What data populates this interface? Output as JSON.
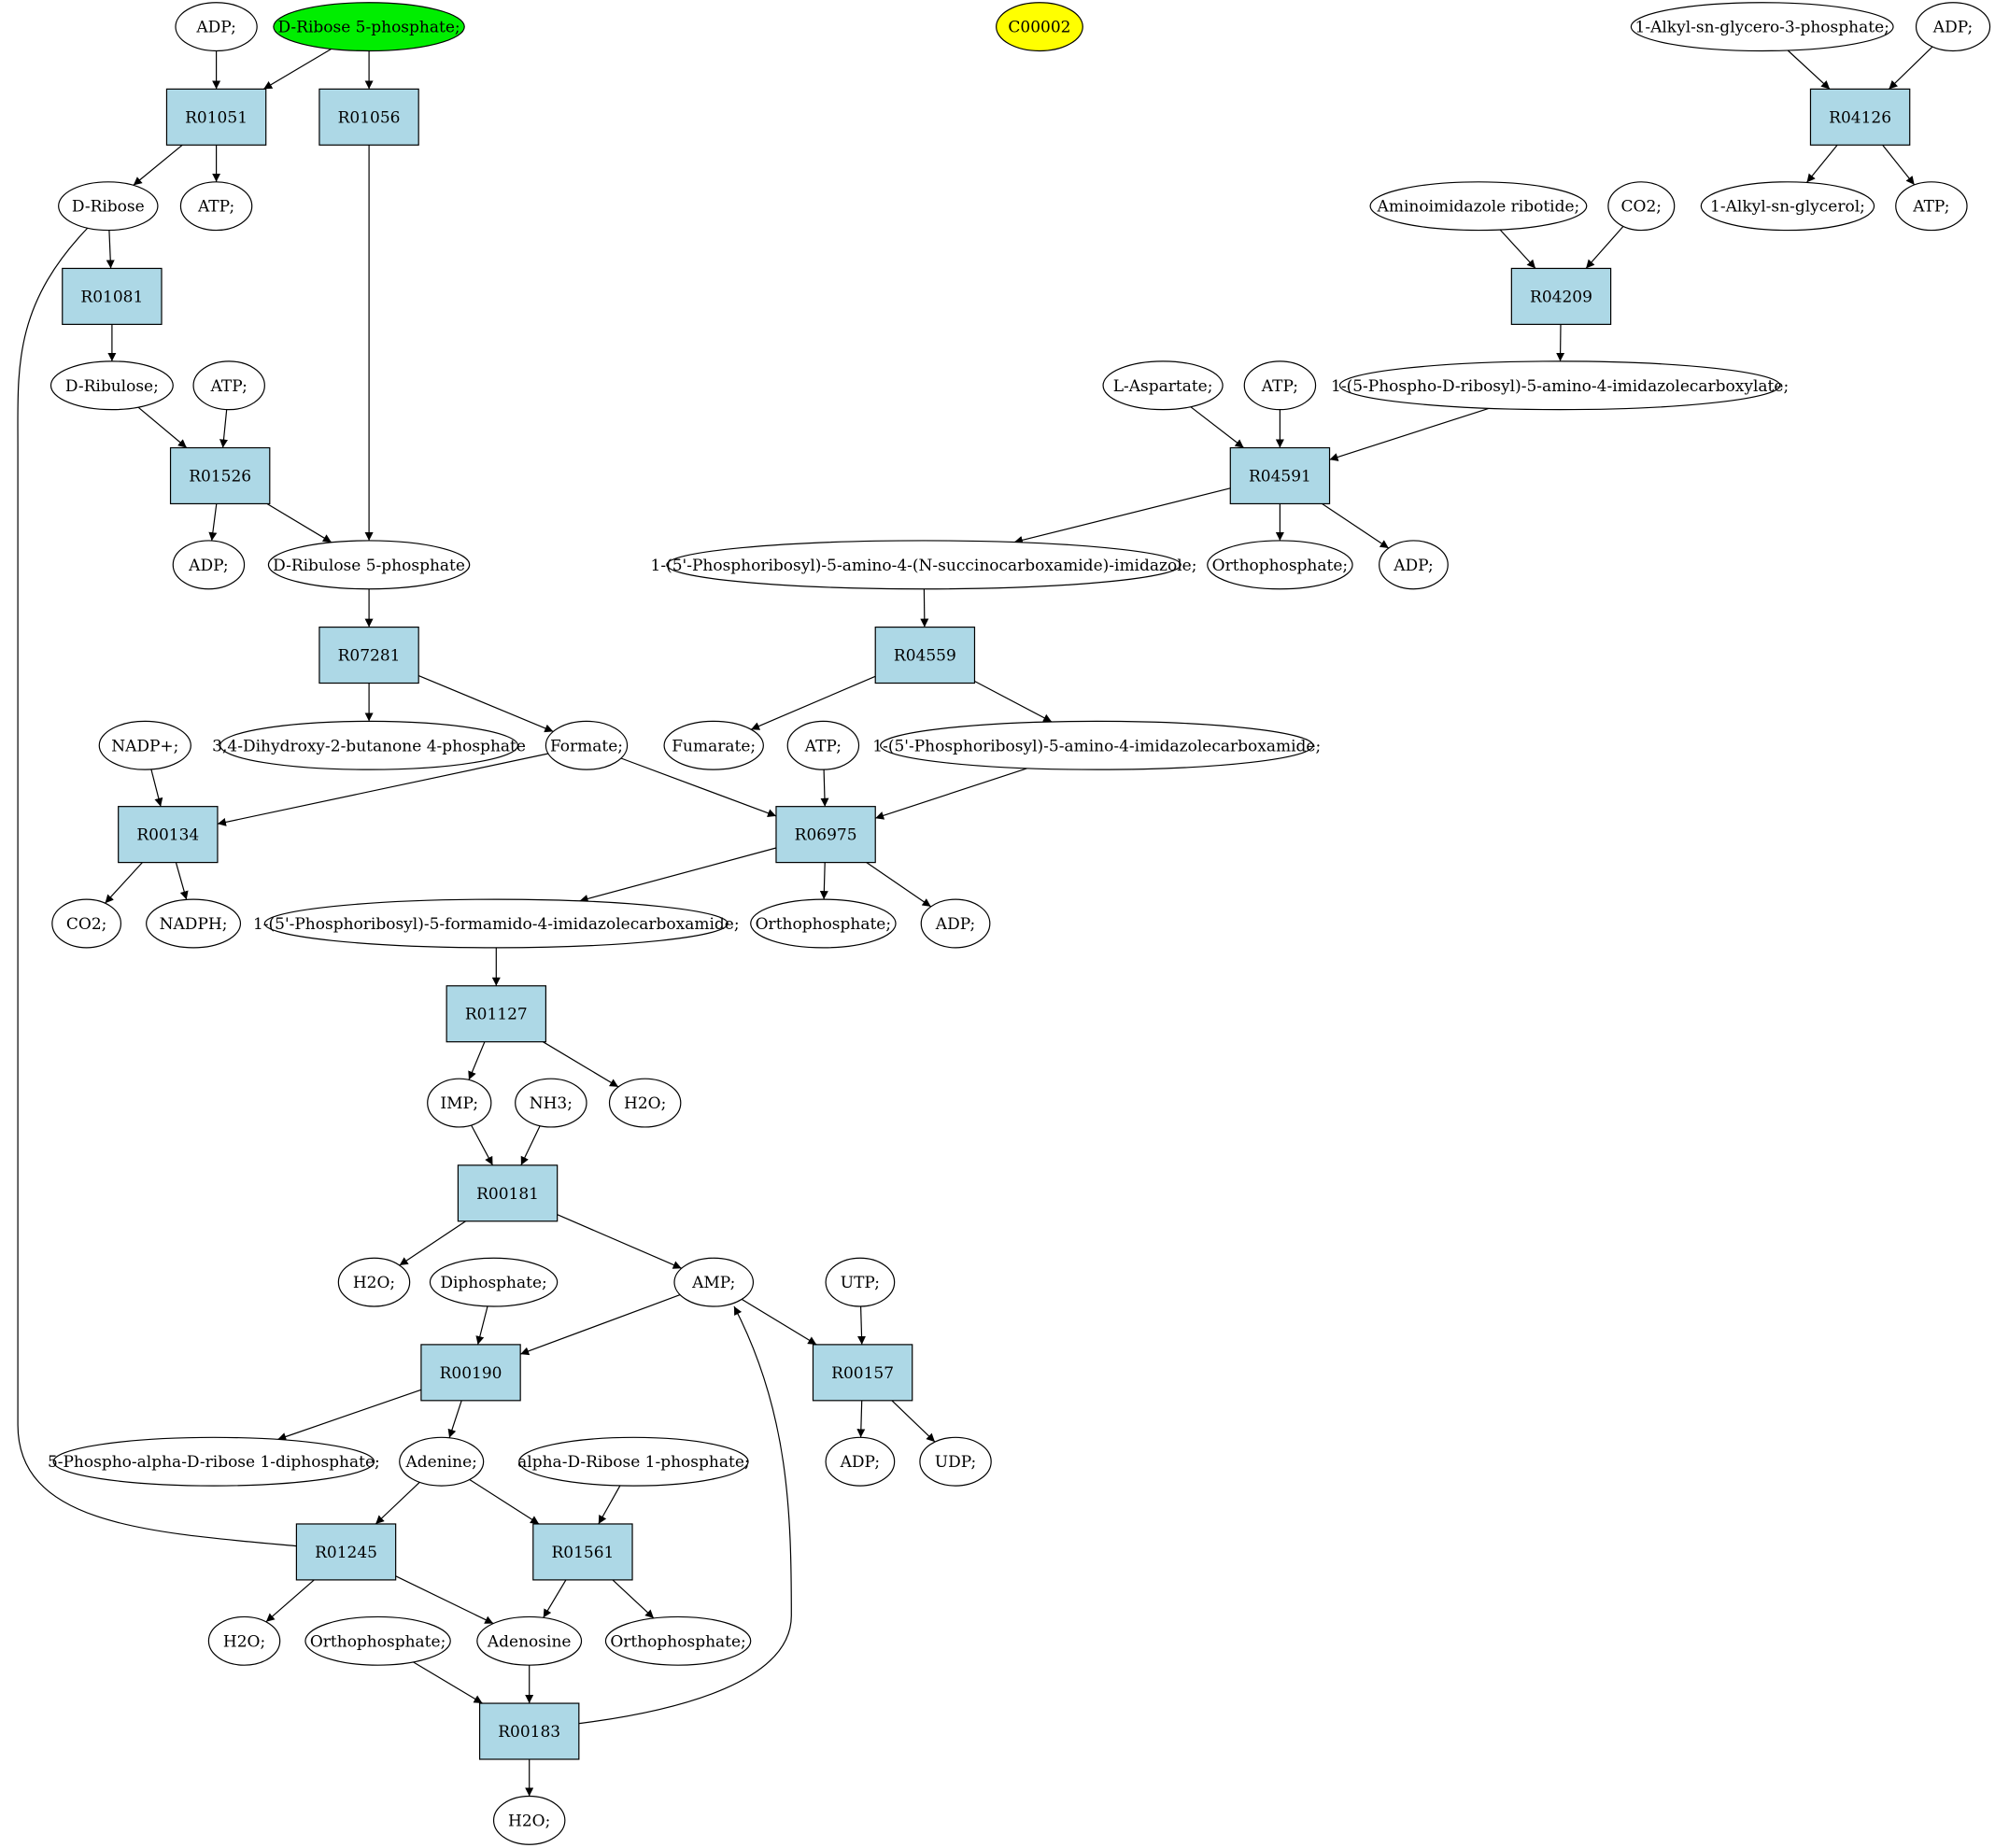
{
  "colors": {
    "reaction_fill": "#add8e6",
    "compound_fill": "#ffffff",
    "start_fill": "#00ee00",
    "target_fill": "#ffff00",
    "stroke": "#000000"
  },
  "compounds": [
    {
      "id": "c1",
      "label": "ADP;"
    },
    {
      "id": "c2",
      "label": "D-Ribose 5-phosphate;",
      "highlight": "start"
    },
    {
      "id": "c3",
      "label": "C00002",
      "highlight": "target"
    },
    {
      "id": "c4",
      "label": "1-Alkyl-sn-glycero-3-phosphate;"
    },
    {
      "id": "c5",
      "label": "ADP;"
    },
    {
      "id": "c6",
      "label": "D-Ribose"
    },
    {
      "id": "c7",
      "label": "ATP;"
    },
    {
      "id": "c8",
      "label": "Aminoimidazole ribotide;"
    },
    {
      "id": "c9",
      "label": "CO2;"
    },
    {
      "id": "c10",
      "label": "1-Alkyl-sn-glycerol;"
    },
    {
      "id": "c11",
      "label": "ATP;"
    },
    {
      "id": "c12",
      "label": "D-Ribulose;"
    },
    {
      "id": "c13",
      "label": "ATP;"
    },
    {
      "id": "c14",
      "label": "L-Aspartate;"
    },
    {
      "id": "c15",
      "label": "ATP;"
    },
    {
      "id": "c16",
      "label": "1-(5-Phospho-D-ribosyl)-5-amino-4-imidazolecarboxylate;"
    },
    {
      "id": "c17",
      "label": "ADP;"
    },
    {
      "id": "c18",
      "label": "D-Ribulose 5-phosphate"
    },
    {
      "id": "c19",
      "label": "1-(5'-Phosphoribosyl)-5-amino-4-(N-succinocarboxamide)-imidazole;"
    },
    {
      "id": "c20",
      "label": "Orthophosphate;"
    },
    {
      "id": "c21",
      "label": "ADP;"
    },
    {
      "id": "c22",
      "label": "NADP+;"
    },
    {
      "id": "c23",
      "label": "3,4-Dihydroxy-2-butanone 4-phosphate"
    },
    {
      "id": "c24",
      "label": "Formate;"
    },
    {
      "id": "c25",
      "label": "Fumarate;"
    },
    {
      "id": "c26",
      "label": "ATP;"
    },
    {
      "id": "c27",
      "label": "1-(5'-Phosphoribosyl)-5-amino-4-imidazolecarboxamide;"
    },
    {
      "id": "c28",
      "label": "CO2;"
    },
    {
      "id": "c29",
      "label": "NADPH;"
    },
    {
      "id": "c30",
      "label": "1-(5'-Phosphoribosyl)-5-formamido-4-imidazolecarboxamide;"
    },
    {
      "id": "c31",
      "label": "Orthophosphate;"
    },
    {
      "id": "c32",
      "label": "ADP;"
    },
    {
      "id": "c33",
      "label": "IMP;"
    },
    {
      "id": "c34",
      "label": "NH3;"
    },
    {
      "id": "c35",
      "label": "H2O;"
    },
    {
      "id": "c36",
      "label": "H2O;"
    },
    {
      "id": "c37",
      "label": "Diphosphate;"
    },
    {
      "id": "c38",
      "label": "AMP;"
    },
    {
      "id": "c39",
      "label": "UTP;"
    },
    {
      "id": "c40",
      "label": "5-Phospho-alpha-D-ribose 1-diphosphate;"
    },
    {
      "id": "c41",
      "label": "Adenine;"
    },
    {
      "id": "c42",
      "label": "alpha-D-Ribose 1-phosphate;"
    },
    {
      "id": "c43",
      "label": "ADP;"
    },
    {
      "id": "c44",
      "label": "UDP;"
    },
    {
      "id": "c45",
      "label": "H2O;"
    },
    {
      "id": "c46",
      "label": "Orthophosphate;"
    },
    {
      "id": "c47",
      "label": "Adenosine"
    },
    {
      "id": "c48",
      "label": "Orthophosphate;"
    },
    {
      "id": "c49",
      "label": "H2O;"
    }
  ],
  "reactions": [
    {
      "id": "R01051",
      "label": "R01051"
    },
    {
      "id": "R01056",
      "label": "R01056"
    },
    {
      "id": "R04126",
      "label": "R04126"
    },
    {
      "id": "R01081",
      "label": "R01081"
    },
    {
      "id": "R04209",
      "label": "R04209"
    },
    {
      "id": "R01526",
      "label": "R01526"
    },
    {
      "id": "R04591",
      "label": "R04591"
    },
    {
      "id": "R07281",
      "label": "R07281"
    },
    {
      "id": "R04559",
      "label": "R04559"
    },
    {
      "id": "R00134",
      "label": "R00134"
    },
    {
      "id": "R06975",
      "label": "R06975"
    },
    {
      "id": "R01127",
      "label": "R01127"
    },
    {
      "id": "R00181",
      "label": "R00181"
    },
    {
      "id": "R00190",
      "label": "R00190"
    },
    {
      "id": "R00157",
      "label": "R00157"
    },
    {
      "id": "R01245",
      "label": "R01245"
    },
    {
      "id": "R01561",
      "label": "R01561"
    },
    {
      "id": "R00183",
      "label": "R00183"
    }
  ],
  "edges": [
    [
      "c1",
      "R01051"
    ],
    [
      "c2",
      "R01051"
    ],
    [
      "c2",
      "R01056"
    ],
    [
      "R01051",
      "c6"
    ],
    [
      "R01051",
      "c7"
    ],
    [
      "c6",
      "R01081"
    ],
    [
      "c6",
      "R01245"
    ],
    [
      "R01081",
      "c12"
    ],
    [
      "c12",
      "R01526"
    ],
    [
      "c13",
      "R01526"
    ],
    [
      "R01526",
      "c17"
    ],
    [
      "R01526",
      "c18"
    ],
    [
      "R01056",
      "c18"
    ],
    [
      "c18",
      "R07281"
    ],
    [
      "R07281",
      "c23"
    ],
    [
      "R07281",
      "c24"
    ],
    [
      "c4",
      "R04126"
    ],
    [
      "c5",
      "R04126"
    ],
    [
      "R04126",
      "c10"
    ],
    [
      "R04126",
      "c11"
    ],
    [
      "c8",
      "R04209"
    ],
    [
      "c9",
      "R04209"
    ],
    [
      "R04209",
      "c16"
    ],
    [
      "c14",
      "R04591"
    ],
    [
      "c15",
      "R04591"
    ],
    [
      "c16",
      "R04591"
    ],
    [
      "R04591",
      "c19"
    ],
    [
      "R04591",
      "c20"
    ],
    [
      "R04591",
      "c21"
    ],
    [
      "c19",
      "R04559"
    ],
    [
      "R04559",
      "c25"
    ],
    [
      "R04559",
      "c27"
    ],
    [
      "c22",
      "R00134"
    ],
    [
      "c24",
      "R00134"
    ],
    [
      "R00134",
      "c28"
    ],
    [
      "R00134",
      "c29"
    ],
    [
      "c24",
      "R06975"
    ],
    [
      "c26",
      "R06975"
    ],
    [
      "c27",
      "R06975"
    ],
    [
      "R06975",
      "c30"
    ],
    [
      "R06975",
      "c31"
    ],
    [
      "R06975",
      "c32"
    ],
    [
      "c30",
      "R01127"
    ],
    [
      "R01127",
      "c33"
    ],
    [
      "R01127",
      "c35"
    ],
    [
      "c33",
      "R00181"
    ],
    [
      "c34",
      "R00181"
    ],
    [
      "R00181",
      "c36"
    ],
    [
      "R00181",
      "c38"
    ],
    [
      "c37",
      "R00190"
    ],
    [
      "c38",
      "R00190"
    ],
    [
      "R00190",
      "c40"
    ],
    [
      "R00190",
      "c41"
    ],
    [
      "c38",
      "R00157"
    ],
    [
      "c39",
      "R00157"
    ],
    [
      "R00157",
      "c43"
    ],
    [
      "R00157",
      "c44"
    ],
    [
      "c41",
      "R01245"
    ],
    [
      "c41",
      "R01561"
    ],
    [
      "c42",
      "R01561"
    ],
    [
      "R01245",
      "c45"
    ],
    [
      "R01245",
      "c47"
    ],
    [
      "R01561",
      "c47"
    ],
    [
      "R01561",
      "c48"
    ],
    [
      "c46",
      "R00183"
    ],
    [
      "c47",
      "R00183"
    ],
    [
      "R00183",
      "c49"
    ],
    [
      "R00183",
      "c38"
    ]
  ]
}
